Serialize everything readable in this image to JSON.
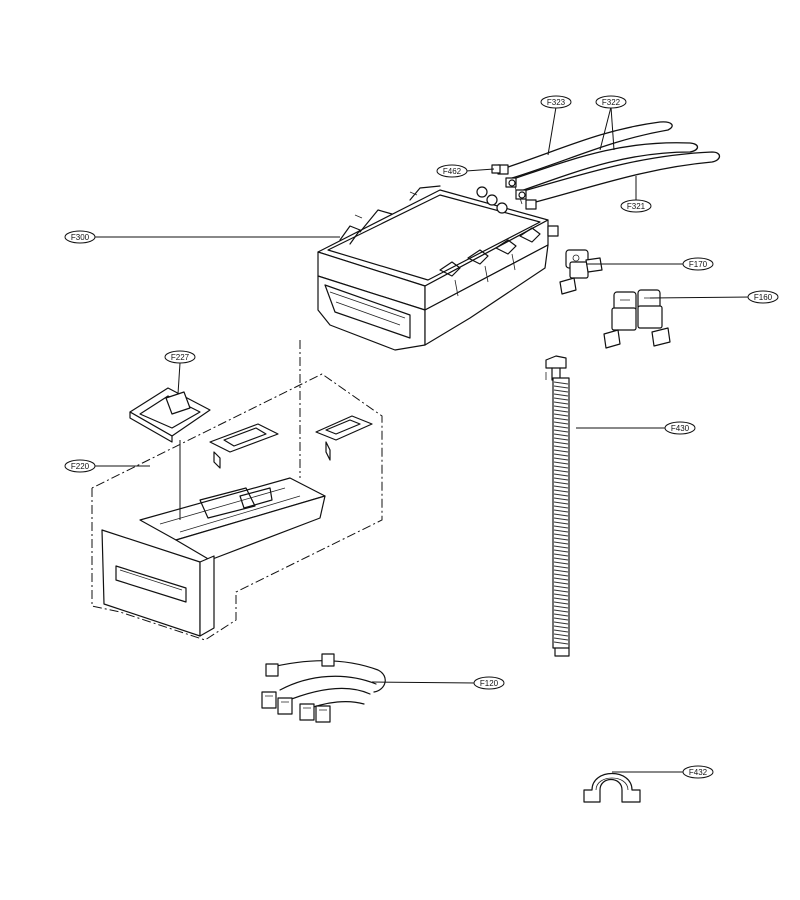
{
  "callouts": {
    "f323": "F323",
    "f322": "F322",
    "f462": "F462",
    "f321": "F321",
    "f300": "F300",
    "f170": "F170",
    "f160": "F160",
    "f227": "F227",
    "f430": "F430",
    "f220": "F220",
    "f120": "F120",
    "f432": "F432"
  }
}
